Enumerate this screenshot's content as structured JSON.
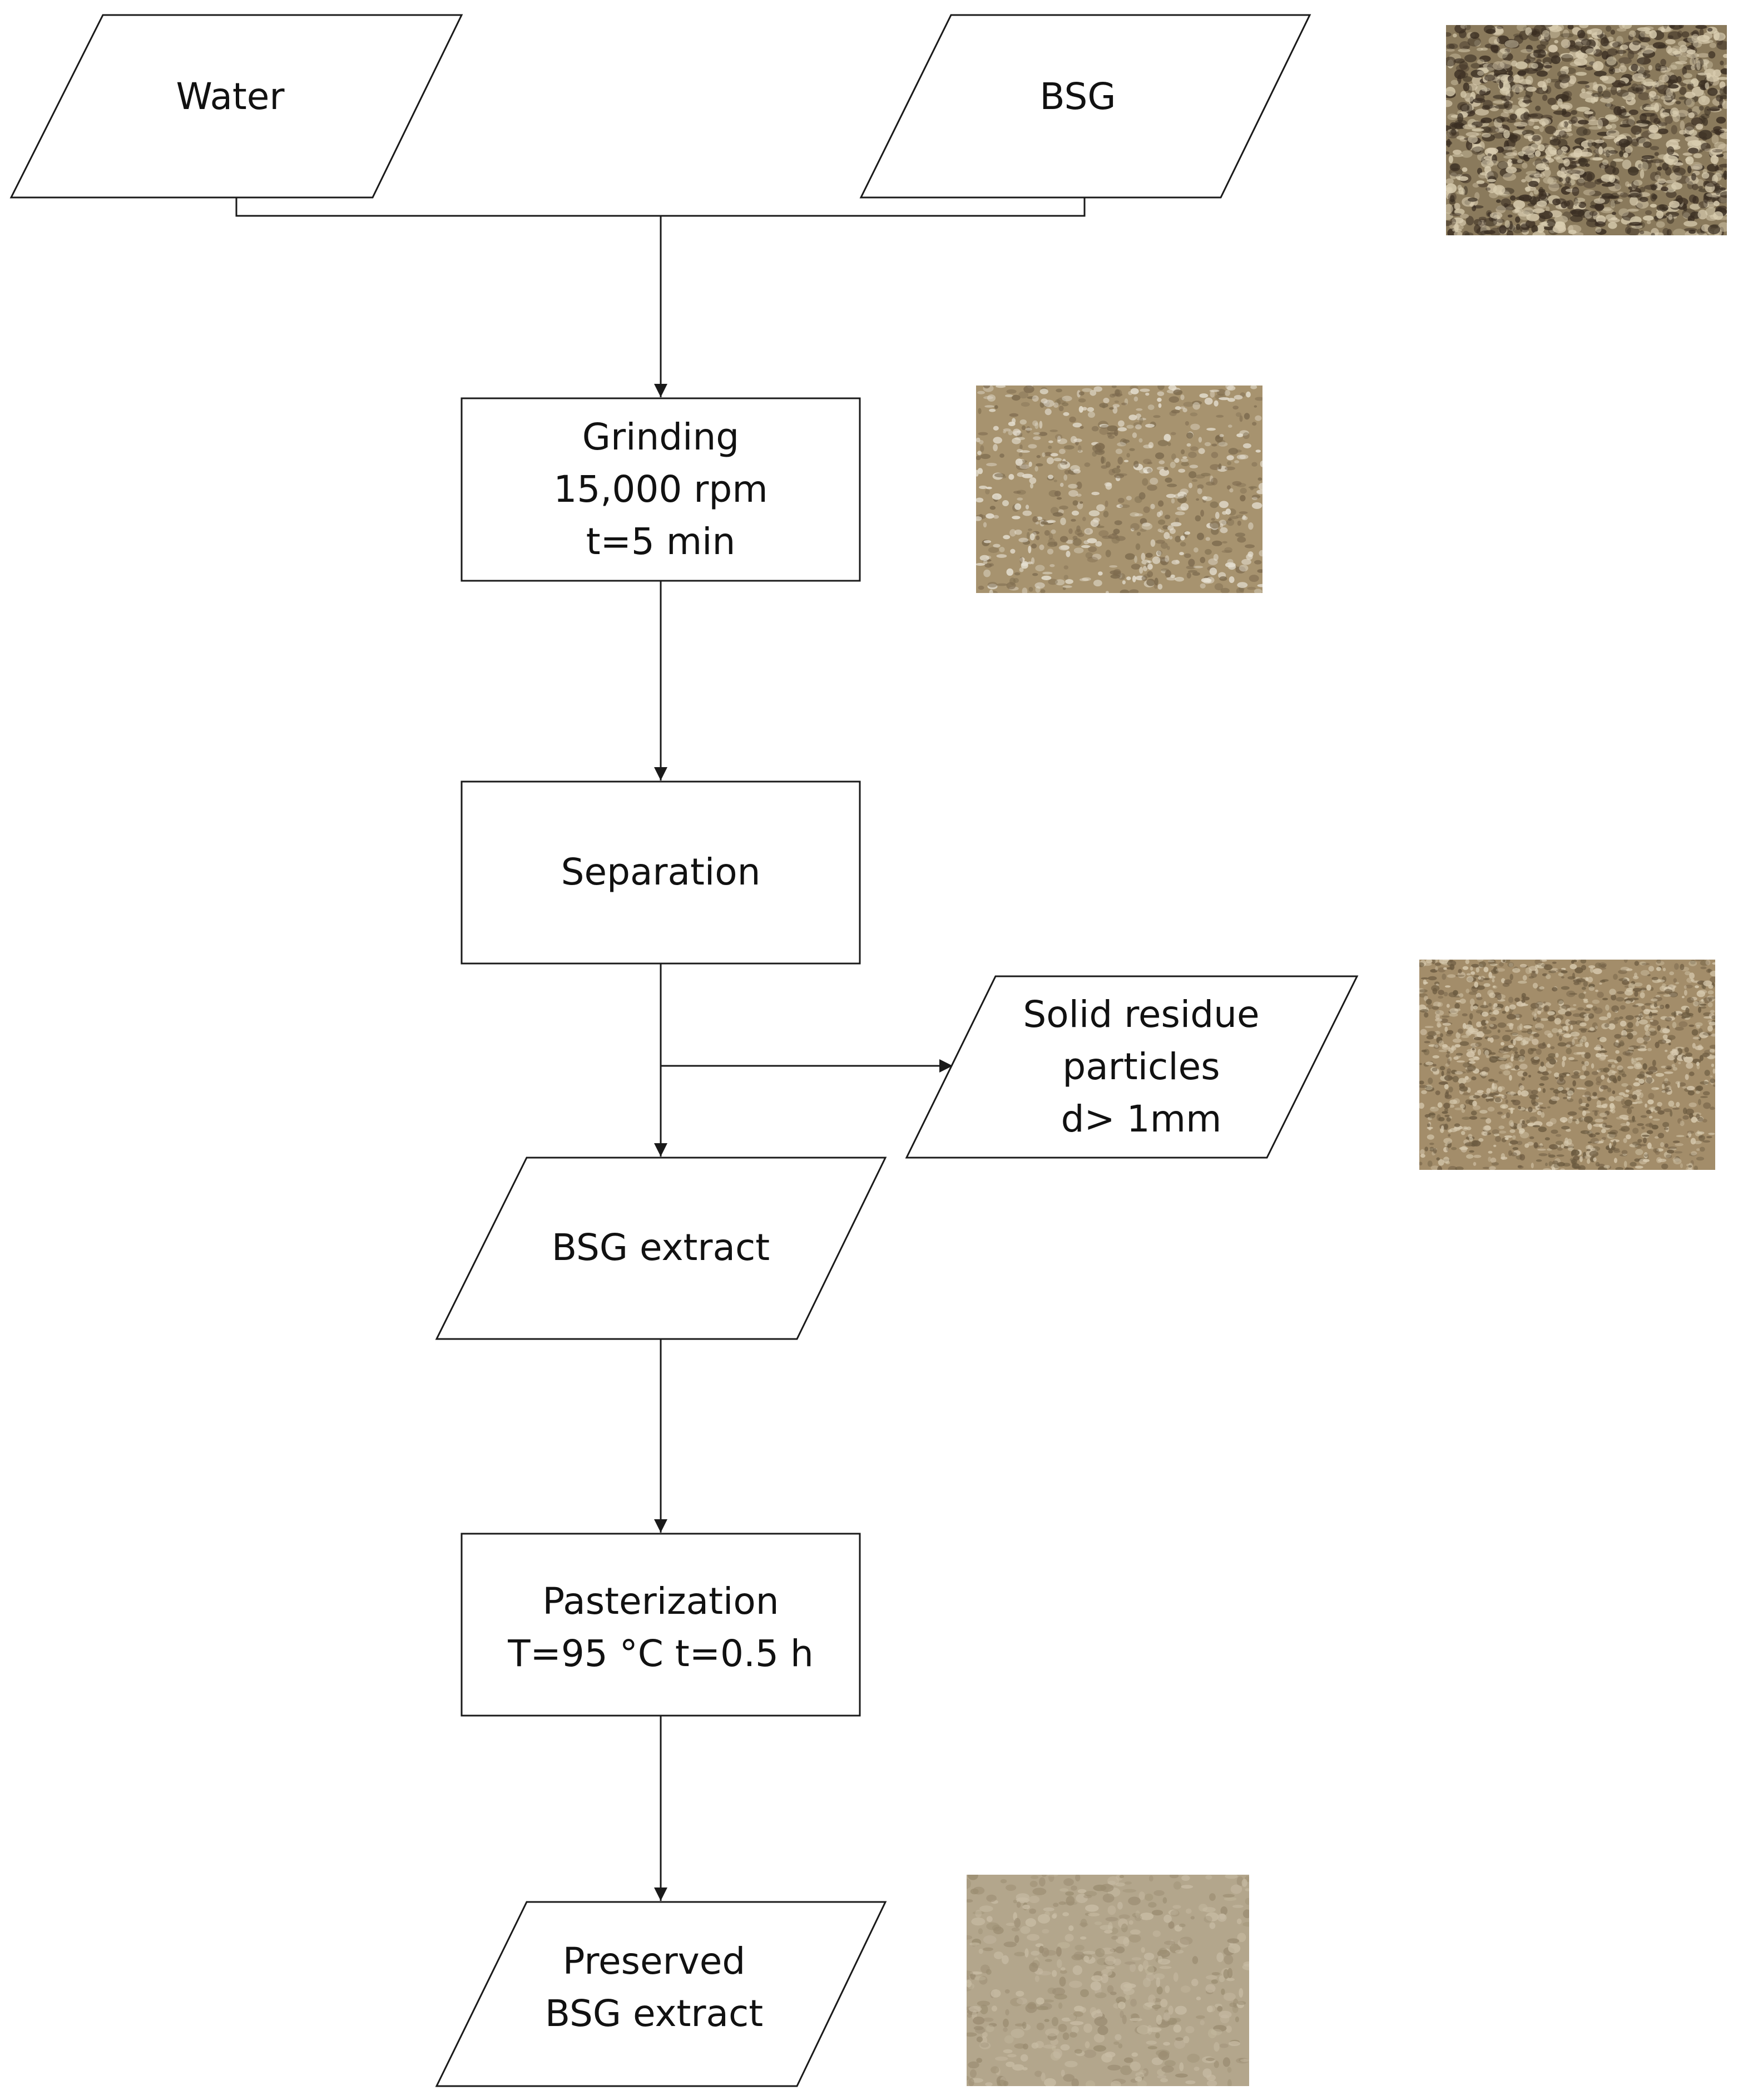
{
  "nodes": {
    "water": "Water",
    "bsg": "BSG",
    "grinding": [
      "Grinding",
      "15,000 rpm",
      "t=5 min"
    ],
    "separation": "Separation",
    "solid_residue": [
      "Solid residue",
      "particles",
      "d> 1mm"
    ],
    "bsg_extract": "BSG extract",
    "pasterization": [
      "Pasterization",
      "T=95 °C  t=0.5 h"
    ],
    "preserved": [
      "Preserved",
      "BSG extract"
    ]
  },
  "photos": {
    "bsg_grains": {
      "base": "#8a7a5c",
      "speck_a": "#3a2e22",
      "speck_b": "#d9cdb0"
    },
    "ground_slurry": {
      "base": "#a7936f",
      "speck_a": "#7c6a4e",
      "speck_b": "#e6e0d2"
    },
    "solid_residue": {
      "base": "#a38d6a",
      "speck_a": "#6b5a40",
      "speck_b": "#d8cbb0"
    },
    "preserved_extract": {
      "base": "#b3a68c",
      "speck_a": "#9b8d72",
      "speck_b": "#c8bca4"
    }
  },
  "colors": {
    "stroke": "#1a1a1a",
    "fill": "#ffffff"
  }
}
